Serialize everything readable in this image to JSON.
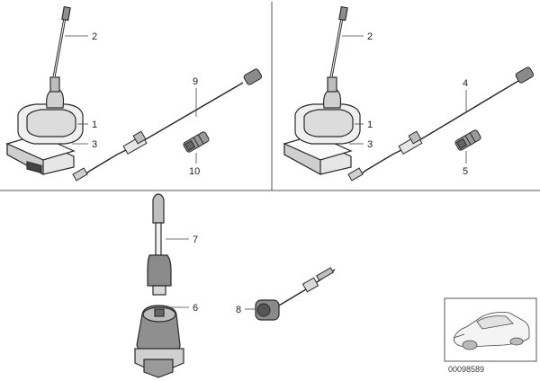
{
  "parts": {
    "bottom_left": [
      {
        "id": "bl-1",
        "label": "1"
      },
      {
        "id": "bl-2",
        "label": "2"
      },
      {
        "id": "bl-3",
        "label": "3"
      },
      {
        "id": "bl-9",
        "label": "9"
      },
      {
        "id": "bl-10",
        "label": "10"
      }
    ],
    "top_right": [
      {
        "id": "tr-1",
        "label": "1"
      },
      {
        "id": "tr-2",
        "label": "2"
      },
      {
        "id": "tr-3",
        "label": "3"
      },
      {
        "id": "tr-4",
        "label": "4"
      },
      {
        "id": "tr-5",
        "label": "5"
      }
    ],
    "bottom": [
      {
        "id": "b-7",
        "label": "7"
      },
      {
        "id": "b-6",
        "label": "6"
      },
      {
        "id": "b-8",
        "label": "8"
      }
    ]
  },
  "footer": {
    "diagram_number": "00098589"
  },
  "colors": {
    "line": "#2b2b2b",
    "panel_border": "#555555",
    "fill_light": "#f2f2f2",
    "fill_mid": "#d9d9d9",
    "fill_dark": "#9a9a9a"
  }
}
